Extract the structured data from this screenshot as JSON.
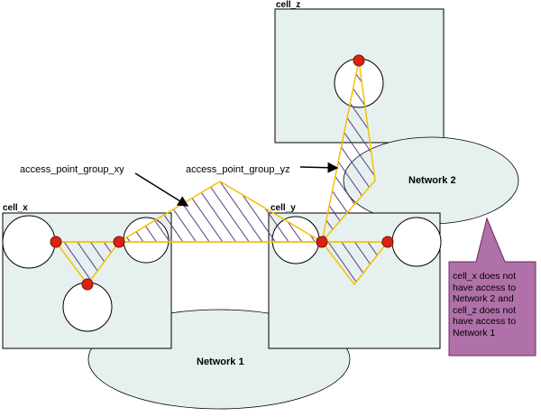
{
  "colors": {
    "cell_fill": "#e6f0ee",
    "network_fill": "#e6f0ee",
    "group_line": "#f5c000",
    "hatch": "#5a3d8c",
    "server_fill": "#e02010",
    "callout_fill": "#b070a8",
    "callout_border": "#6a2a66"
  },
  "cells": {
    "cell_x": "cell_x",
    "cell_y": "cell_y",
    "cell_z": "cell_z"
  },
  "networks": {
    "network_1": "Network 1",
    "network_2": "Network 2"
  },
  "groups": {
    "xy": "access_point_group_xy",
    "yz": "access_point_group_yz"
  },
  "callout": {
    "text": "cell_x does not have access to Network 2 and cell_z does not have access to Network 1"
  }
}
